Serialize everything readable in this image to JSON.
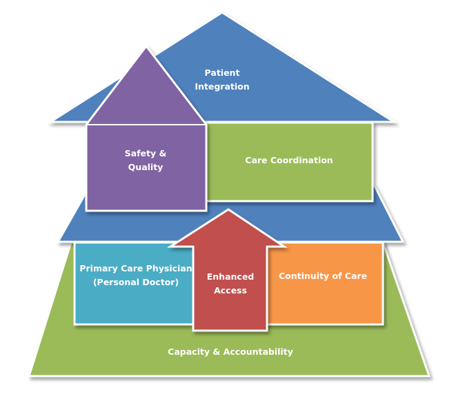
{
  "colors": {
    "blue": "#4f81bd",
    "purple": "#8064a2",
    "green": "#9bbb59",
    "teal": "#4bacc6",
    "red": "#c0504d",
    "orange": "#f79646"
  },
  "labels": {
    "patient_integration": [
      "Patient",
      "Integration"
    ],
    "safety_quality": [
      "Safety &",
      "Quality"
    ],
    "care_coordination": "Care Coordination",
    "primary_care": [
      "Primary Care Physician",
      "(Personal Doctor)"
    ],
    "enhanced_access": [
      "Enhanced",
      "Access"
    ],
    "continuity_of_care": "Continuity of Care",
    "capacity_accountability": "Capacity & Accountability"
  }
}
